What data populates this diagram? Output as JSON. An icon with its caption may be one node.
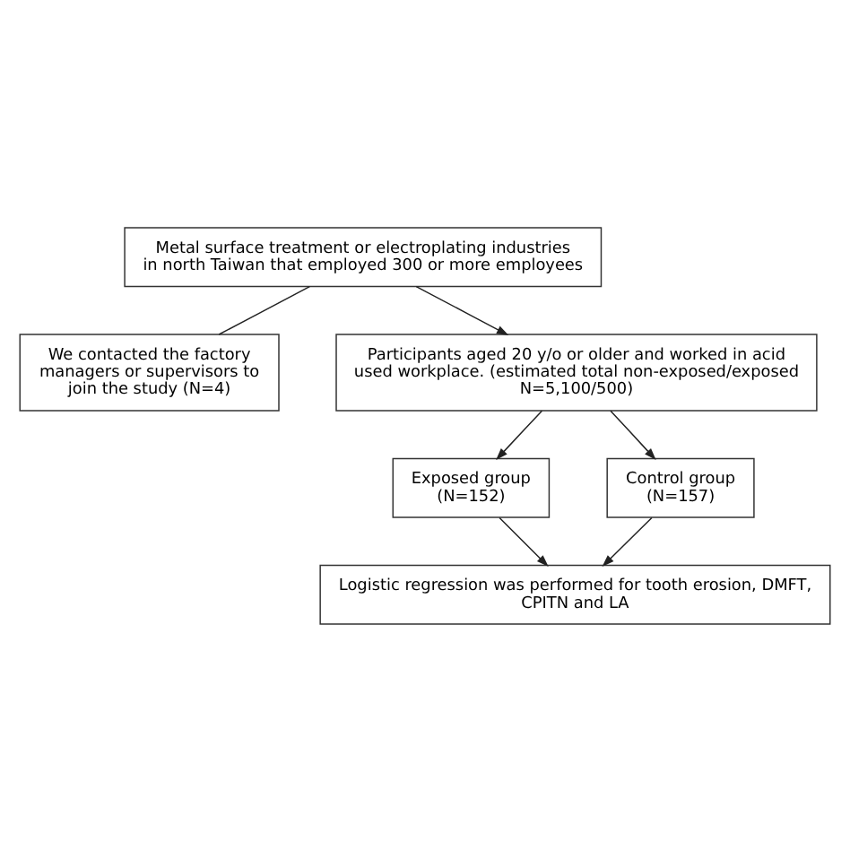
{
  "diagram": {
    "nodes": [
      {
        "text": [
          "Metal surface treatment or electroplating industries in north Taiwan that employed 300 or more employees"
        ]
      },
      {
        "text": [
          "We contacted the factory managers or supervisors to join the study (N=4)"
        ]
      },
      {
        "text": [
          "Participants aged 20 y/o or older and worked in acid used workplace. (estimated total non-exposed/exposed N=5,100/500)"
        ]
      },
      {
        "text": [
          "Exposed group (N=152)"
        ]
      },
      {
        "text": [
          "Control group (N=157)"
        ]
      },
      {
        "text": [
          "Logistic regression was performed for tooth erosion, DMFT, CPITN and LA"
        ]
      }
    ],
    "edges": [
      {
        "from": 0,
        "to": 2,
        "arrow": "to"
      },
      {
        "from": 0,
        "to": 1,
        "arrow": "none"
      },
      {
        "from": 2,
        "to": 3,
        "arrow": "to"
      },
      {
        "from": 2,
        "to": 4,
        "arrow": "to"
      },
      {
        "from": 3,
        "to": 5,
        "arrow": "to"
      },
      {
        "from": 4,
        "to": 5,
        "arrow": "to"
      }
    ]
  }
}
